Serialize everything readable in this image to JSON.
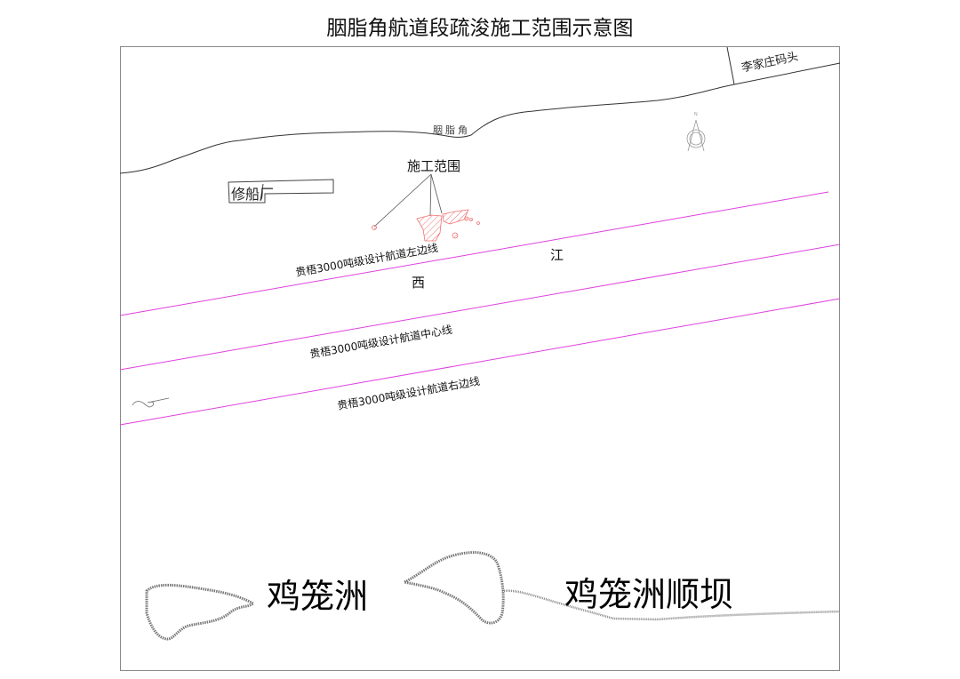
{
  "title": "胭脂角航道段疏浚施工范围示意图",
  "map": {
    "place_labels": {
      "yanzhijiao": "胭脂角",
      "lijiazhuang_wharf": "李家庄码头",
      "shipyard": "修船厂",
      "construction_area": "施工范围"
    },
    "river_labels": {
      "xi": "西",
      "jiang": "江"
    },
    "channel_lines": {
      "left": "贵梧3000吨级设计航道左边线",
      "center": "贵梧3000吨级设计航道中心线",
      "right": "贵梧3000吨级设计航道右边线"
    },
    "island_labels": {
      "island": "鸡笼洲",
      "dam": "鸡笼洲顺坝"
    },
    "colors": {
      "channel_line": "#e040e0",
      "construction_hatch": "#f07070",
      "shoreline": "#333333",
      "frame": "#8a8a8a",
      "island_outline": "#666666"
    },
    "icons": {
      "north_arrow": "north-arrow-icon",
      "water_flow": "flow-direction-icon"
    }
  }
}
